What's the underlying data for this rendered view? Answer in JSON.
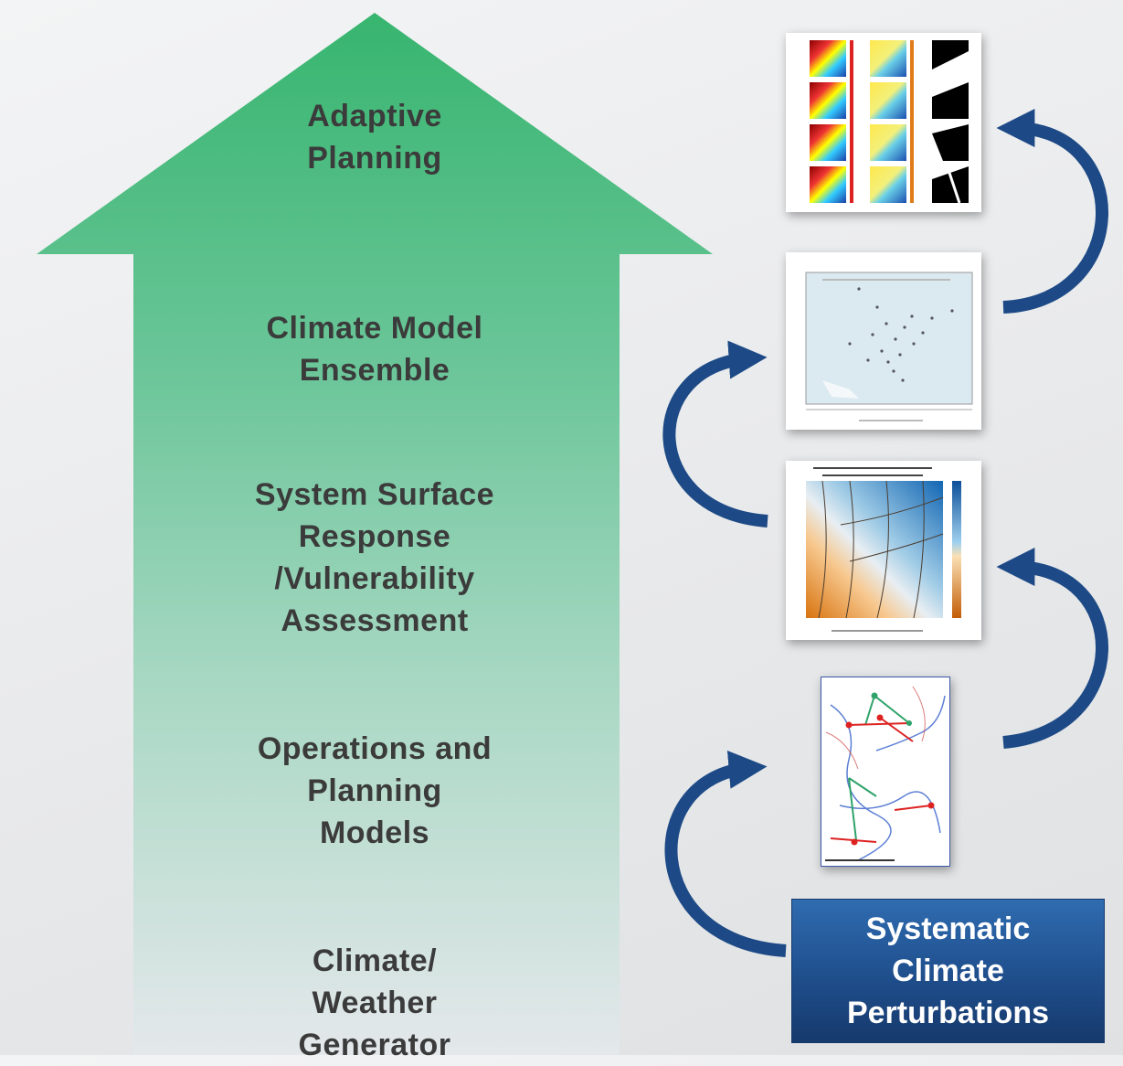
{
  "stages": [
    {
      "id": "adaptive-planning",
      "label": "Adaptive\nPlanning"
    },
    {
      "id": "climate-model-ensemble",
      "label": "Climate Model\nEnsemble"
    },
    {
      "id": "system-surface-response",
      "label": "System Surface\nResponse\n/Vulnerability\nAssessment"
    },
    {
      "id": "operations-planning-models",
      "label": "Operations and\nPlanning\nModels"
    },
    {
      "id": "climate-weather-generator",
      "label": "Climate/\nWeather\nGenerator"
    }
  ],
  "perturbation_box": {
    "label": "Systematic\nClimate\nPerturbations"
  },
  "colors": {
    "arrow_top": "#3dbb78",
    "arrow_bottom": "#e2e6ea",
    "curve_arrow": "#1d4a86",
    "box": "#1f4e8c"
  },
  "icons": [
    "curved-arrow-icon"
  ]
}
